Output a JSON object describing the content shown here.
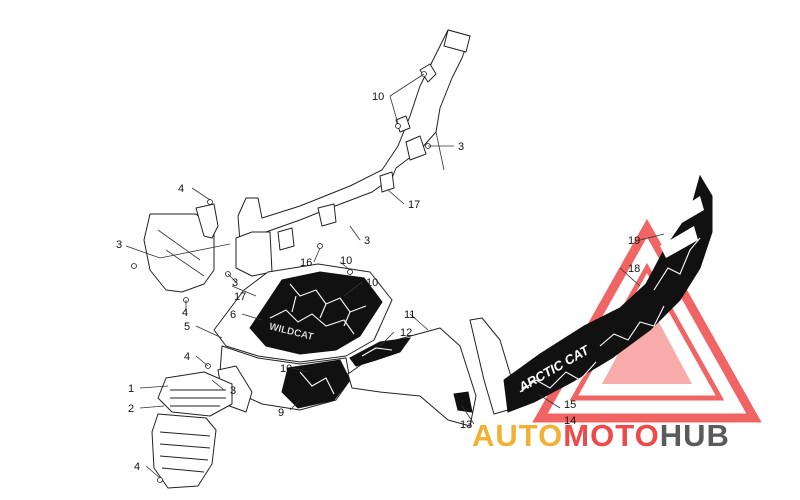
{
  "callouts": [
    {
      "id": "c1",
      "label": "1"
    },
    {
      "id": "c2",
      "label": "2"
    },
    {
      "id": "c3a",
      "label": "3"
    },
    {
      "id": "c3b",
      "label": "3"
    },
    {
      "id": "c3c",
      "label": "3"
    },
    {
      "id": "c3d",
      "label": "3"
    },
    {
      "id": "c3e",
      "label": "3"
    },
    {
      "id": "c4a",
      "label": "4"
    },
    {
      "id": "c4b",
      "label": "4"
    },
    {
      "id": "c4c",
      "label": "4"
    },
    {
      "id": "c4d",
      "label": "4"
    },
    {
      "id": "c5",
      "label": "5"
    },
    {
      "id": "c6",
      "label": "6"
    },
    {
      "id": "c7",
      "label": "7"
    },
    {
      "id": "c8",
      "label": "8"
    },
    {
      "id": "c9",
      "label": "9"
    },
    {
      "id": "c10a",
      "label": "10"
    },
    {
      "id": "c10b",
      "label": "10"
    },
    {
      "id": "c11",
      "label": "11"
    },
    {
      "id": "c12",
      "label": "12"
    },
    {
      "id": "c13",
      "label": "13"
    },
    {
      "id": "c14",
      "label": "14"
    },
    {
      "id": "c15",
      "label": "15"
    },
    {
      "id": "c16",
      "label": "16"
    },
    {
      "id": "c17a",
      "label": "17"
    },
    {
      "id": "c17b",
      "label": "17"
    },
    {
      "id": "c18",
      "label": "18"
    },
    {
      "id": "c19",
      "label": "19"
    }
  ],
  "decals": {
    "hood_text": "WILDCAT",
    "side_text": "ARCTIC CAT"
  },
  "watermark": {
    "part1": "AUTO",
    "part2": "MOTO",
    "part3": "HUB",
    "color_auto": "#f3b133",
    "color_moto": "#ee4a4a",
    "color_hub": "#5b5b5b",
    "icon": "warning-triangle-icon"
  }
}
